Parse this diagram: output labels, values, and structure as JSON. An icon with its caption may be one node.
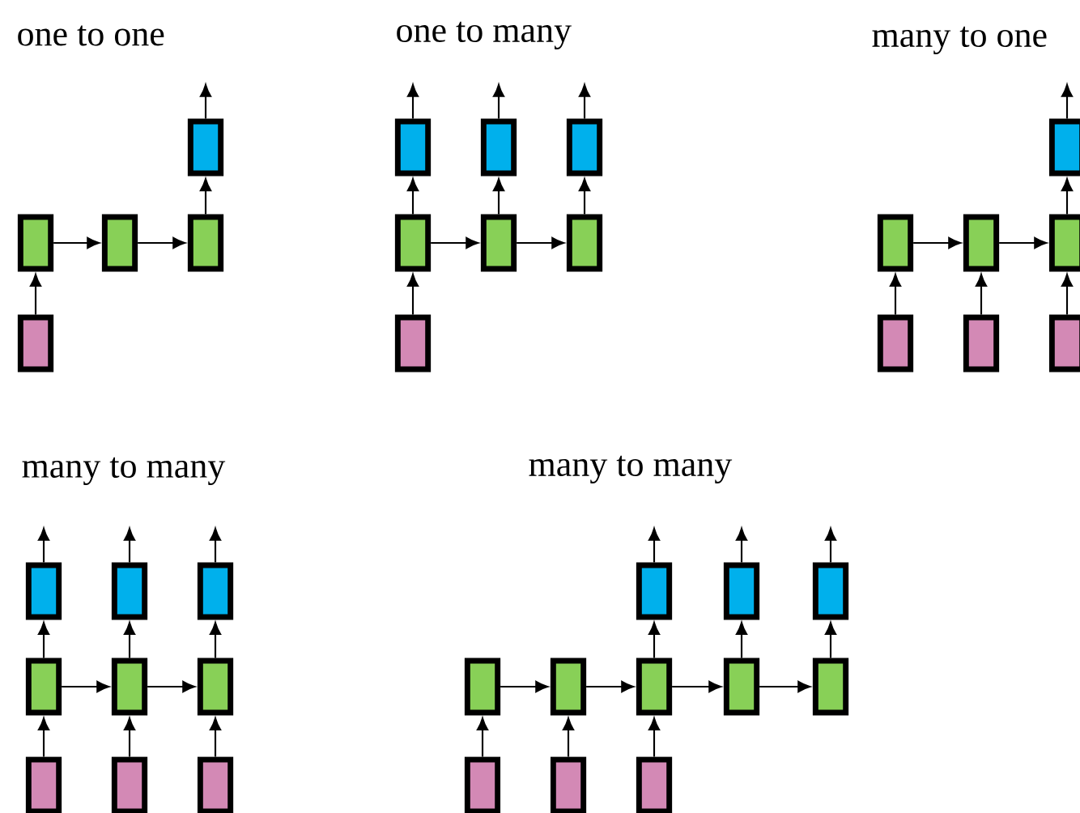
{
  "diagram": {
    "nodes": [
      {
        "text": [],
        "shape": "box"
      },
      {
        "text": [],
        "shape": "box"
      },
      {
        "text": [],
        "shape": "box"
      },
      {
        "text": [],
        "shape": "box"
      },
      {
        "text": [],
        "shape": "box"
      },
      {
        "text": [],
        "shape": "box"
      },
      {
        "text": [],
        "shape": "box"
      },
      {
        "text": [],
        "shape": "box"
      },
      {
        "text": [],
        "shape": "box"
      },
      {
        "text": [],
        "shape": "box"
      },
      {
        "text": [],
        "shape": "box"
      },
      {
        "text": [],
        "shape": "box"
      },
      {
        "text": [],
        "shape": "box"
      },
      {
        "text": [],
        "shape": "box"
      },
      {
        "text": [],
        "shape": "box"
      },
      {
        "text": [],
        "shape": "box"
      },
      {
        "text": [],
        "shape": "box"
      },
      {
        "text": [],
        "shape": "box"
      },
      {
        "text": [],
        "shape": "box"
      },
      {
        "text": [],
        "shape": "box"
      },
      {
        "text": [],
        "shape": "box"
      },
      {
        "text": [],
        "shape": "box"
      },
      {
        "text": [],
        "shape": "box"
      },
      {
        "text": [],
        "shape": "box"
      },
      {
        "text": [],
        "shape": "box"
      },
      {
        "text": [],
        "shape": "box"
      },
      {
        "text": [],
        "shape": "box"
      },
      {
        "text": [],
        "shape": "box"
      },
      {
        "text": [],
        "shape": "box"
      },
      {
        "text": [],
        "shape": "box"
      },
      {
        "text": [],
        "shape": "box"
      },
      {
        "text": [],
        "shape": "box"
      },
      {
        "text": [],
        "shape": "box"
      },
      {
        "text": [],
        "shape": "box"
      },
      {
        "text": [],
        "shape": "box"
      },
      {
        "text": [],
        "shape": "box"
      },
      {
        "text": [],
        "shape": "box"
      },
      {
        "text": [],
        "shape": "box"
      },
      {
        "text": [],
        "shape": "box"
      }
    ],
    "edges": [
      {
        "from": 4,
        "to": 1,
        "arrow": "to"
      },
      {
        "from": 1,
        "to": 2,
        "arrow": "to"
      },
      {
        "from": 2,
        "to": 3,
        "arrow": "to"
      },
      {
        "from": 3,
        "to": 0,
        "arrow": "to"
      },
      {
        "from": 0,
        "to": null,
        "arrow": "to"
      },
      {
        "from": 11,
        "to": 8,
        "arrow": "to"
      },
      {
        "from": 8,
        "to": 9,
        "arrow": "to"
      },
      {
        "from": 9,
        "to": 10,
        "arrow": "to"
      },
      {
        "from": 8,
        "to": 5,
        "arrow": "to"
      },
      {
        "from": 9,
        "to": 6,
        "arrow": "to"
      },
      {
        "from": 10,
        "to": 7,
        "arrow": "to"
      },
      {
        "from": 5,
        "to": null,
        "arrow": "to"
      },
      {
        "from": 6,
        "to": null,
        "arrow": "to"
      },
      {
        "from": 7,
        "to": null,
        "arrow": "to"
      },
      {
        "from": 16,
        "to": 13,
        "arrow": "to"
      },
      {
        "from": 17,
        "to": 14,
        "arrow": "to"
      },
      {
        "from": 18,
        "to": 15,
        "arrow": "to"
      },
      {
        "from": 13,
        "to": 14,
        "arrow": "to"
      },
      {
        "from": 14,
        "to": 15,
        "arrow": "to"
      },
      {
        "from": 15,
        "to": 12,
        "arrow": "to"
      },
      {
        "from": 12,
        "to": null,
        "arrow": "to"
      },
      {
        "from": 25,
        "to": 22,
        "arrow": "to"
      },
      {
        "from": 26,
        "to": 23,
        "arrow": "to"
      },
      {
        "from": 27,
        "to": 24,
        "arrow": "to"
      },
      {
        "from": 22,
        "to": 23,
        "arrow": "to"
      },
      {
        "from": 23,
        "to": 24,
        "arrow": "to"
      },
      {
        "from": 22,
        "to": 19,
        "arrow": "to"
      },
      {
        "from": 23,
        "to": 20,
        "arrow": "to"
      },
      {
        "from": 24,
        "to": 21,
        "arrow": "to"
      },
      {
        "from": 19,
        "to": null,
        "arrow": "to"
      },
      {
        "from": 20,
        "to": null,
        "arrow": "to"
      },
      {
        "from": 21,
        "to": null,
        "arrow": "to"
      },
      {
        "from": 36,
        "to": 31,
        "arrow": "to"
      },
      {
        "from": 37,
        "to": 32,
        "arrow": "to"
      },
      {
        "from": 38,
        "to": 33,
        "arrow": "to"
      },
      {
        "from": 31,
        "to": 32,
        "arrow": "to"
      },
      {
        "from": 32,
        "to": 33,
        "arrow": "to"
      },
      {
        "from": 33,
        "to": 34,
        "arrow": "to"
      },
      {
        "from": 34,
        "to": 35,
        "arrow": "to"
      },
      {
        "from": 33,
        "to": 28,
        "arrow": "to"
      },
      {
        "from": 34,
        "to": 29,
        "arrow": "to"
      },
      {
        "from": 35,
        "to": 30,
        "arrow": "to"
      },
      {
        "from": 28,
        "to": null,
        "arrow": "to"
      },
      {
        "from": 29,
        "to": null,
        "arrow": "to"
      },
      {
        "from": 30,
        "to": null,
        "arrow": "to"
      }
    ],
    "labels": [
      "one to one",
      "one to many",
      "many to one",
      "many to many",
      "many to many"
    ]
  }
}
